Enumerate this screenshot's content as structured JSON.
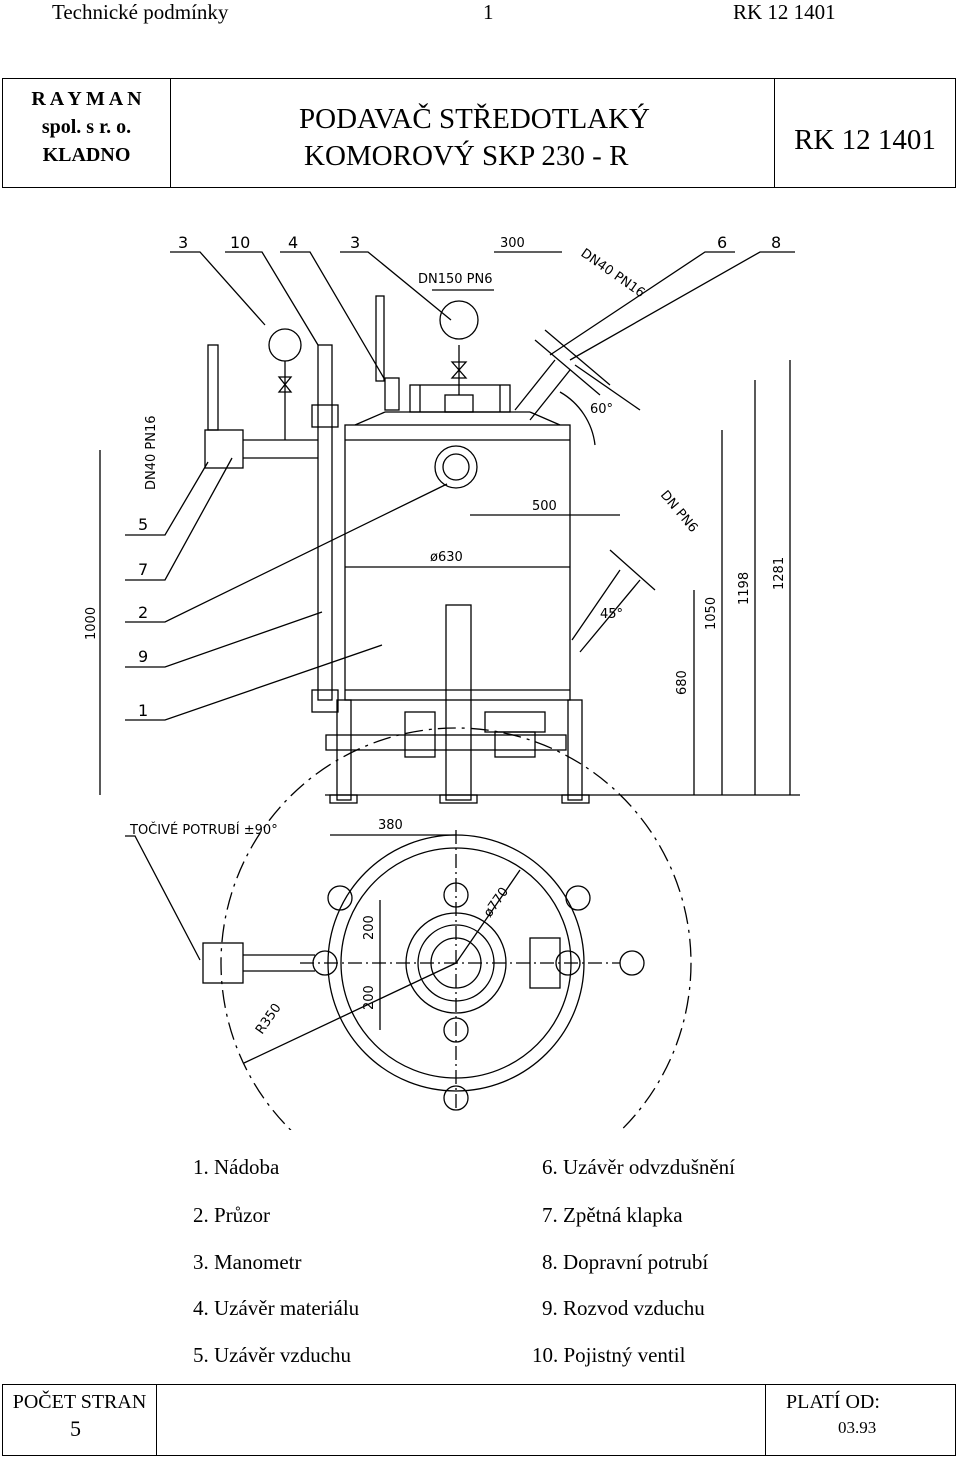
{
  "header": {
    "left": "Technické podmínky",
    "page": "1",
    "right": "RK 12 1401"
  },
  "title_block": {
    "company_line1": "R A Y M A N",
    "company_line2": "spol. s r. o.",
    "company_line3": "KLADNO",
    "title_line1": "PODAVAČ STŘEDOTLAKÝ",
    "title_line2": "KOMOROVÝ SKP 230 - R",
    "code": "RK 12 1401"
  },
  "drawing": {
    "callouts": [
      "3",
      "10",
      "4",
      "3",
      "6",
      "8",
      "5",
      "7",
      "2",
      "9",
      "1"
    ],
    "labels": {
      "dim_300": "300",
      "dn150": "DN150 PN6",
      "dn40_pn16_top": "DN40 PN16",
      "dn40_pn16_side": "DN40 PN16",
      "angle_60": "60°",
      "dim_500": "500",
      "dn_pn6": "DN PN6",
      "dia_630": "ø630",
      "angle_45": "45°",
      "dim_1000": "1000",
      "dim_680": "680",
      "dim_1050": "1050",
      "dim_1198": "1198",
      "dim_1281": "1281",
      "rotating_pipe": "TOČIVÉ POTRUBÍ ±90°",
      "dim_380": "380",
      "dia_770": "ø770",
      "dim_200_top": "200",
      "dim_200_bottom": "200",
      "r350": "R350"
    }
  },
  "legend": {
    "items": [
      "1. Nádoba",
      "2. Průzor",
      "3. Manometr",
      "4. Uzávěr materiálu",
      "5. Uzávěr vzduchu",
      "6. Uzávěr odvzdušnění",
      "7. Zpětná klapka",
      "8. Dopravní potrubí",
      "9. Rozvod vzduchu",
      "10. Pojistný ventil"
    ]
  },
  "footer": {
    "pages_label": "POČET STRAN",
    "pages_value": "5",
    "valid_label": "PLATÍ OD:",
    "valid_value": "03.93"
  }
}
